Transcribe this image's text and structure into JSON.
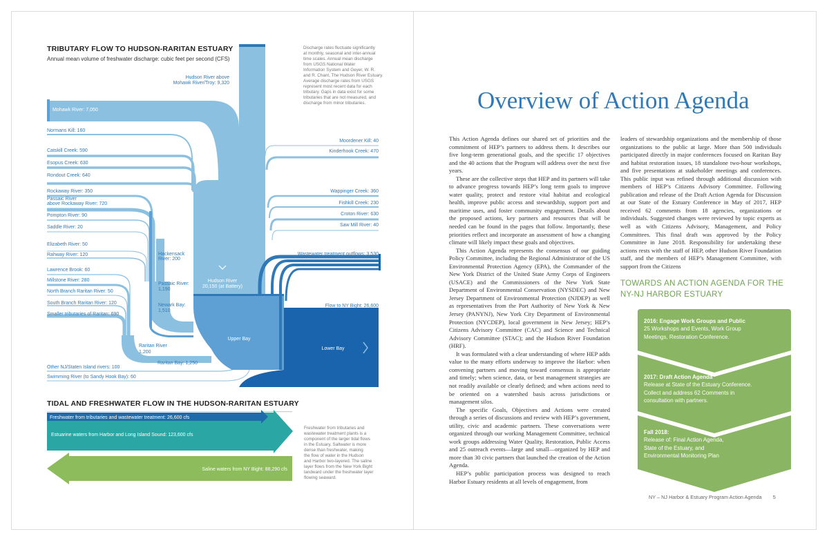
{
  "left_page": {
    "title": "TRIBUTARY FLOW TO HUDSON-RARITAN ESTUARY",
    "subtitle": "Annual mean volume of freshwater discharge: cubic feet per second (CFS)",
    "note_lines": [
      "Discharge rates fluctuate significantly",
      "at monthly, seasonal and inter-annual",
      "time scales. Annual mean discharge",
      "from USGS National Water",
      "Information System and Geyer, W. R.",
      "and R. Chant, The Hudson River Estuary.",
      "Average discharge rates from USGS",
      "represent most recent data for each",
      "tributary. Gaps in data exist for some",
      "tributaries that are not measured, and",
      "discharge from minor tributaries."
    ],
    "labels": {
      "hudson_above_1": "Hudson River above",
      "hudson_above_2": "Mohawk River/Troy: 9,320",
      "mohawk": "Mohawk River: 7,050",
      "normans": "Normans Kill: 160",
      "catskill": "Catskill Creek: 590",
      "esopus": "Esopus Creek: 630",
      "rondout": "Rondout Creek: 640",
      "rockaway": "Rockaway River: 350",
      "passaic_above_1": "Passaic River",
      "passaic_above_2": "above Rockaway River: 720",
      "pompton": "Pompton River: 90",
      "saddle": "Saddle River: 20",
      "elizabeth": "Elizabeth River: 50",
      "rahway": "Rahway River: 120",
      "lawrence": "Lawrence Brook: 60",
      "millstone": "Millstone River: 280",
      "north_branch": "North Branch Raritan River: 50",
      "south_branch": "South Branch Raritan River: 120",
      "smaller_raritan": "Smaller tributaries of Raritan: 690",
      "other_nj": "Other NJ/Staten Island rivers: 100",
      "swimming": "Swimming River (to Sandy Hook Bay): 60",
      "hackensack_1": "Hackensack",
      "hackensack_2": "River: 200",
      "passaic_1": "Passaic River:",
      "passaic_2": "1,190",
      "newark_1": "Newark Bay:",
      "newark_2": "1,510",
      "raritan_river_1": "Raritan River",
      "raritan_river_2": "1,200",
      "raritan_bay": "Raritan Bay: 1,250",
      "hudson_battery_1": "Hudson River",
      "hudson_battery_2": "20,150 (at Battery)",
      "upper_bay": "Upper Bay",
      "lower_bay": "Lower Bay",
      "moordener": "Moordener Kill: 40",
      "kinderhook": "Kinderhook Creek: 470",
      "wappinger": "Wappinger Creek: 360",
      "fishkill": "Fishkill Creek: 230",
      "croton": "Croton River: 630",
      "saw_mill": "Saw Mill River: 40",
      "wastewater": "Wastewater treatment outflows: 3,530",
      "flow_ny_bight": "Flow to NY Bight: 26,600"
    },
    "tidal": {
      "title": "TIDAL AND FRESHWATER FLOW IN THE HUDSON-RARITAN ESTUARY",
      "freshwater": "Freshwater from tributaries and wastewater treatment: 26,600 cfs",
      "estuarine": "Estuarine waters from Harbor and Long Island Sound: 123,600 cfs",
      "saline": "Saline waters from NY Bight: 88,290 cfs",
      "note_lines": [
        "Freshwater from tributaries and",
        "wastewater treatment plants is a",
        "component of the larger tidal flows",
        "in the Estuary. Saltwater is more",
        "dense than freshwater, making",
        "the flow of water in the Hudson",
        "and Harbor two-layered. The saline",
        "layer flows from the New York Bight",
        "landward under the freshwater layer",
        "flowing seaward."
      ]
    }
  },
  "right_page": {
    "title": "Overview of Action Agenda",
    "col1": [
      "This Action Agenda defines our shared set of priorities and the commitment of HEP’s partners to address them. It describes our five long-term generational goals, and the specific 17 objectives and the 40 actions that the Program will address over the next five years.",
      "These are the collective steps that HEP and its partners will take to advance progress towards HEP’s long term goals to improve water quality, protect and restore vital habitat and ecological health, improve public access and stewardship, support port and maritime uses, and foster community engagement. Details about the proposed actions, key partners and resources that will be needed can be found in the pages that follow. Importantly, these priorities reflect and incorporate an assessment of how a changing climate will likely impact these goals and objectives.",
      "This Action Agenda represents the consensus of our guiding Policy Committee, including the Regional Administrator of the US Environmental Protection Agency (EPA), the Commander of the New York District of the United State Army Corps of Engineers (USACE) and the Commissioners of the New York State Department of Environmental Conservation (NYSDEC) and New Jersey Department of Environmental Protection (NJDEP) as well as representatives from the Port Authority of New York & New Jersey (PANYNJ), New York City Department of Environmental Protection (NYCDEP), local government in New Jersey; HEP’s Citizens Advisory Committee (CAC) and Science and Technical Advisory Committee (STAC); and the Hudson River Foundation (HRF).",
      "It was formulated with a clear understanding of where HEP adds value to the many efforts underway to improve the Harbor: when convening partners and moving toward consensus is appropriate and timely; when science, data, or best management strategies are not readily available or clearly defined; and when actions need to be oriented on a watershed basis across jurisdictions or management silos.",
      "The specific Goals, Objectives and Actions were created through a series of discussions and review with HEP’s government, utility, civic and academic partners. These conversations were organized through our working Management Committee, technical work groups addressing Water Quality, Restoration, Public Access and 25 outreach events—large and small—organized by HEP and more than 30 civic partners that launched the creation of the Action Agenda.",
      "HEP’s public participation process was designed to reach Harbor Estuary residents at all levels of engagement, from"
    ],
    "col2": [
      "leaders of stewardship organizations and the membership of those organizations to the public at large. More than 500 individuals participated directly in major conferences focused on Raritan Bay and habitat restoration issues, 18 standalone two-hour workshops, and five presentations at stakeholder meetings and conferences. This public input was refined through additional discussion with members of HEP’s Citizens Advisory Committee. Following publication and release of the Draft Action Agenda for Discussion at our State of the Estuary Conference in May of 2017, HEP received 62 comments from 18 agencies, organizations or individuals. Suggested changes were reviewed by topic experts as well as with Citizens Advisory, Management, and Policy Committees. This final draft was approved by the Policy Committee in June 2018. Responsibility for undertaking these actions rests with the staff of HEP, other Hudson River Foundation staff, and the members of HEP’s Management Committee, with support from the Citizens"
    ],
    "subhead": "TOWARDS AN ACTION AGENDA FOR THE NY-NJ HARBOR ESTUARY",
    "timeline": [
      {
        "title": "2016: Engage Work Groups and Public",
        "lines": [
          "25 Workshops and Events, Work Group",
          "Meetings, Restoration Conference."
        ]
      },
      {
        "title": "2017: Draft Action Agenda",
        "lines": [
          "Release at State of the Estuary Conference.",
          "Collect and address 62 Comments in",
          "consultation with partners."
        ]
      },
      {
        "title": "Fall 2018:",
        "lines": [
          "Release of: Final Action Agenda,",
          "State of the Estuary, and",
          "Environmental  Monitoring Plan"
        ]
      }
    ],
    "footer": "NY – NJ Harbor & Estuary Program Action Agenda",
    "page_number": "5"
  },
  "colors": {
    "river_light": "#8cc0e0",
    "river_mid": "#5ea0d4",
    "river_dark": "#2f79b8",
    "river_deep": "#1a64ad",
    "teal": "#2aa6a4",
    "green": "#8cbc5c",
    "timeline_green": "#8ab563",
    "title_blue": "#2e7ab9"
  }
}
